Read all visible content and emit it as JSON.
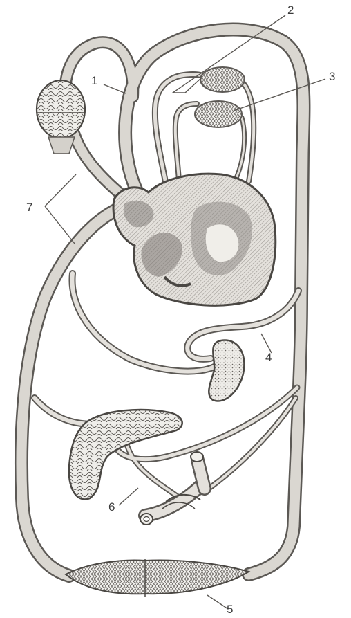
{
  "diagram": {
    "labels": {
      "l1": "1",
      "l2": "2",
      "l3": "3",
      "l4": "4",
      "l5": "5",
      "l6": "6",
      "l7": "7"
    },
    "colors": {
      "vessel_fill": "#d9d6d0",
      "vessel_stroke": "#5c5955",
      "organ_fill": "#ecebe7",
      "ink": "#4a4743"
    }
  }
}
